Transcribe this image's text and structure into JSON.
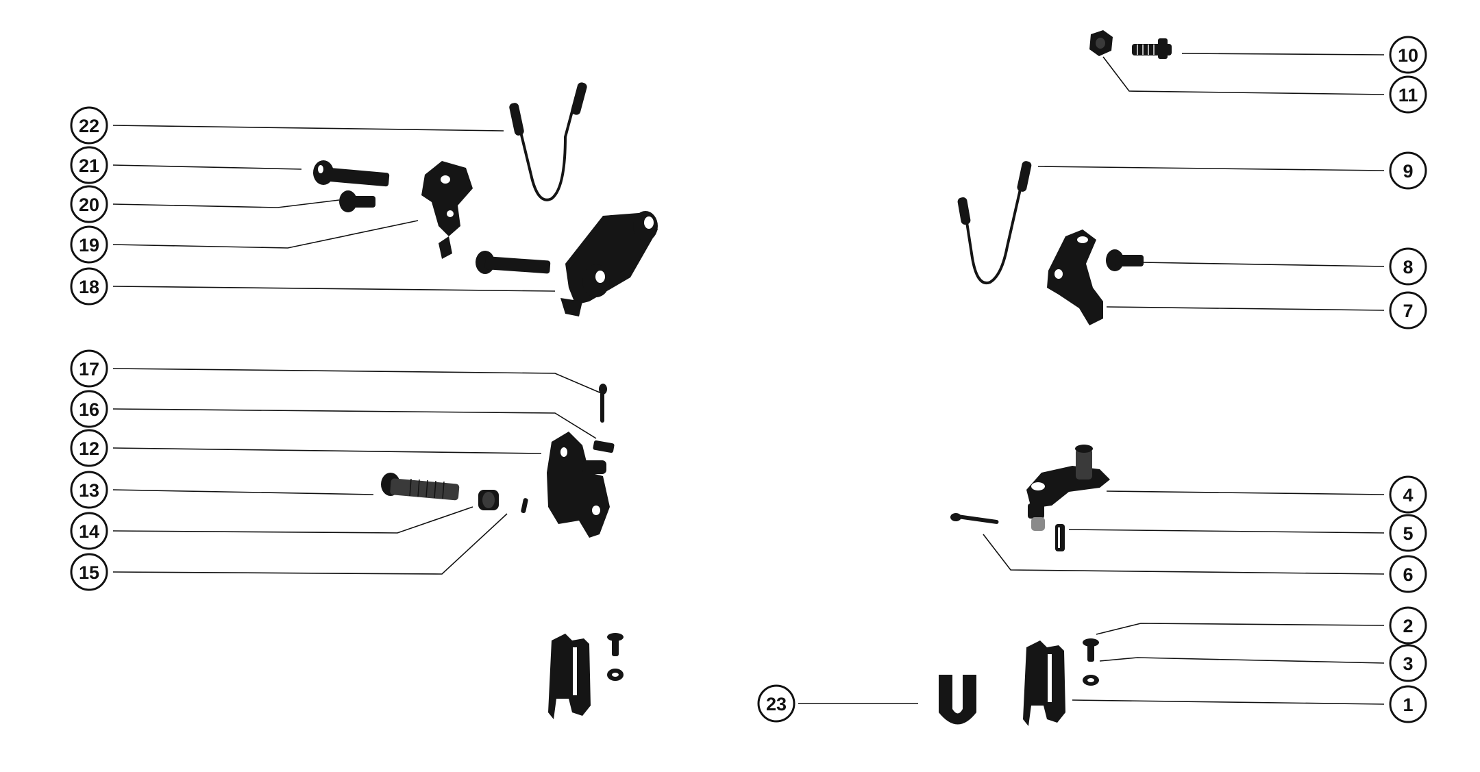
{
  "diagram": {
    "callouts": [
      {
        "key": "c22",
        "label": "22"
      },
      {
        "key": "c21",
        "label": "21"
      },
      {
        "key": "c20",
        "label": "20"
      },
      {
        "key": "c19",
        "label": "19"
      },
      {
        "key": "c18",
        "label": "18"
      },
      {
        "key": "c17",
        "label": "17"
      },
      {
        "key": "c16",
        "label": "16"
      },
      {
        "key": "c12",
        "label": "12"
      },
      {
        "key": "c13",
        "label": "13"
      },
      {
        "key": "c14",
        "label": "14"
      },
      {
        "key": "c15",
        "label": "15"
      },
      {
        "key": "c10",
        "label": "10"
      },
      {
        "key": "c11",
        "label": "11"
      },
      {
        "key": "c9",
        "label": "9"
      },
      {
        "key": "c8",
        "label": "8"
      },
      {
        "key": "c7",
        "label": "7"
      },
      {
        "key": "c4",
        "label": "4"
      },
      {
        "key": "c5",
        "label": "5"
      },
      {
        "key": "c6",
        "label": "6"
      },
      {
        "key": "c2",
        "label": "2"
      },
      {
        "key": "c3",
        "label": "3"
      },
      {
        "key": "c1",
        "label": "1"
      },
      {
        "key": "c23",
        "label": "23"
      }
    ],
    "colors": {
      "ink": "#111111",
      "background": "#ffffff"
    }
  }
}
